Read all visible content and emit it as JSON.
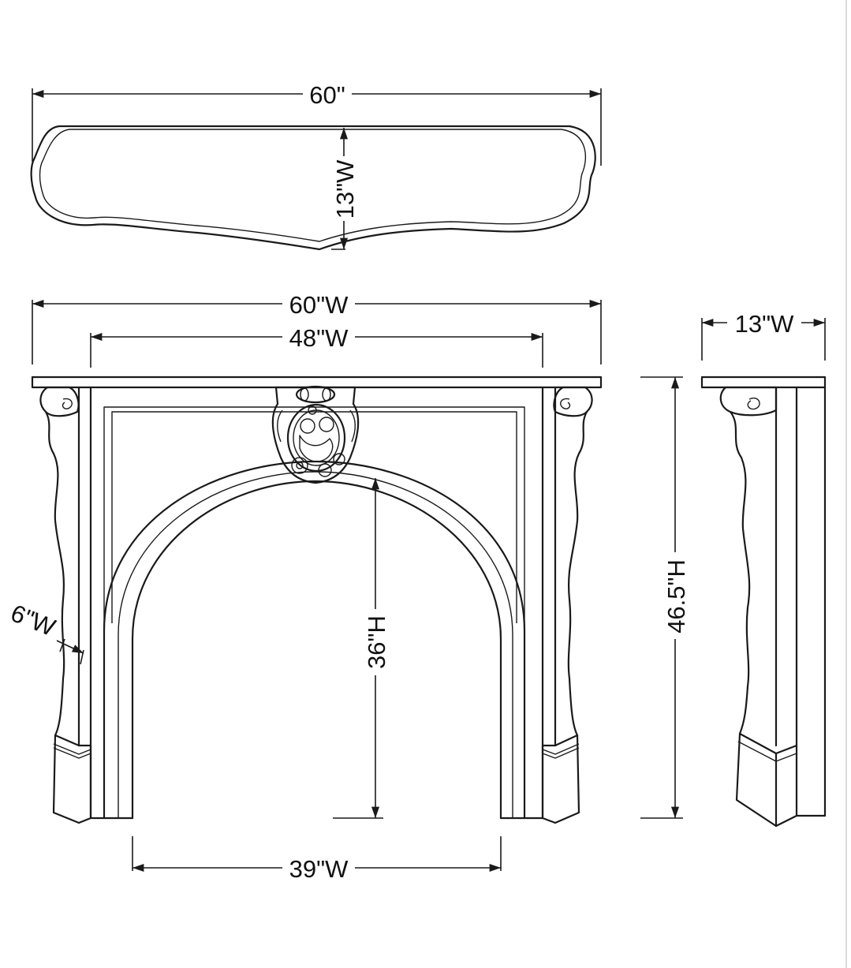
{
  "dimensions": {
    "top_width": "60\"",
    "top_depth": "13\"W",
    "overall_width": "60\"W",
    "opening_top_width": "48\"W",
    "side_depth": "13\"W",
    "leg_width": "6\"W",
    "opening_height": "36\"H",
    "overall_height": "46.5\"H",
    "opening_width": "39\"W"
  },
  "colors": {
    "line": "#1a1a1a",
    "background": "#ffffff"
  }
}
